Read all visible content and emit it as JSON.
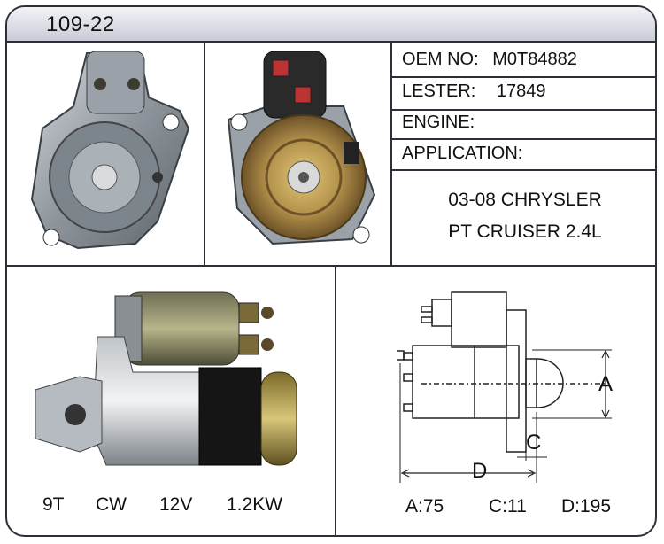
{
  "header": {
    "part_number": "109-22"
  },
  "specs": [
    {
      "label": "OEM NO:",
      "value": "M0T84882"
    },
    {
      "label": "LESTER:",
      "value": "17849"
    },
    {
      "label": "ENGINE:",
      "value": ""
    },
    {
      "label": "APPLICATION:",
      "value": ""
    }
  ],
  "application": {
    "line1": "03-08 CHRYSLER",
    "line2": "PT CRUISER 2.4L"
  },
  "ratings": {
    "teeth": "9T",
    "rotation": "CW",
    "voltage": "12V",
    "power": "1.2KW"
  },
  "dimensions": {
    "labels": {
      "a": "A",
      "c": "C",
      "d": "D"
    },
    "a": "A:75",
    "c": "C:11",
    "d": "D:195"
  }
}
